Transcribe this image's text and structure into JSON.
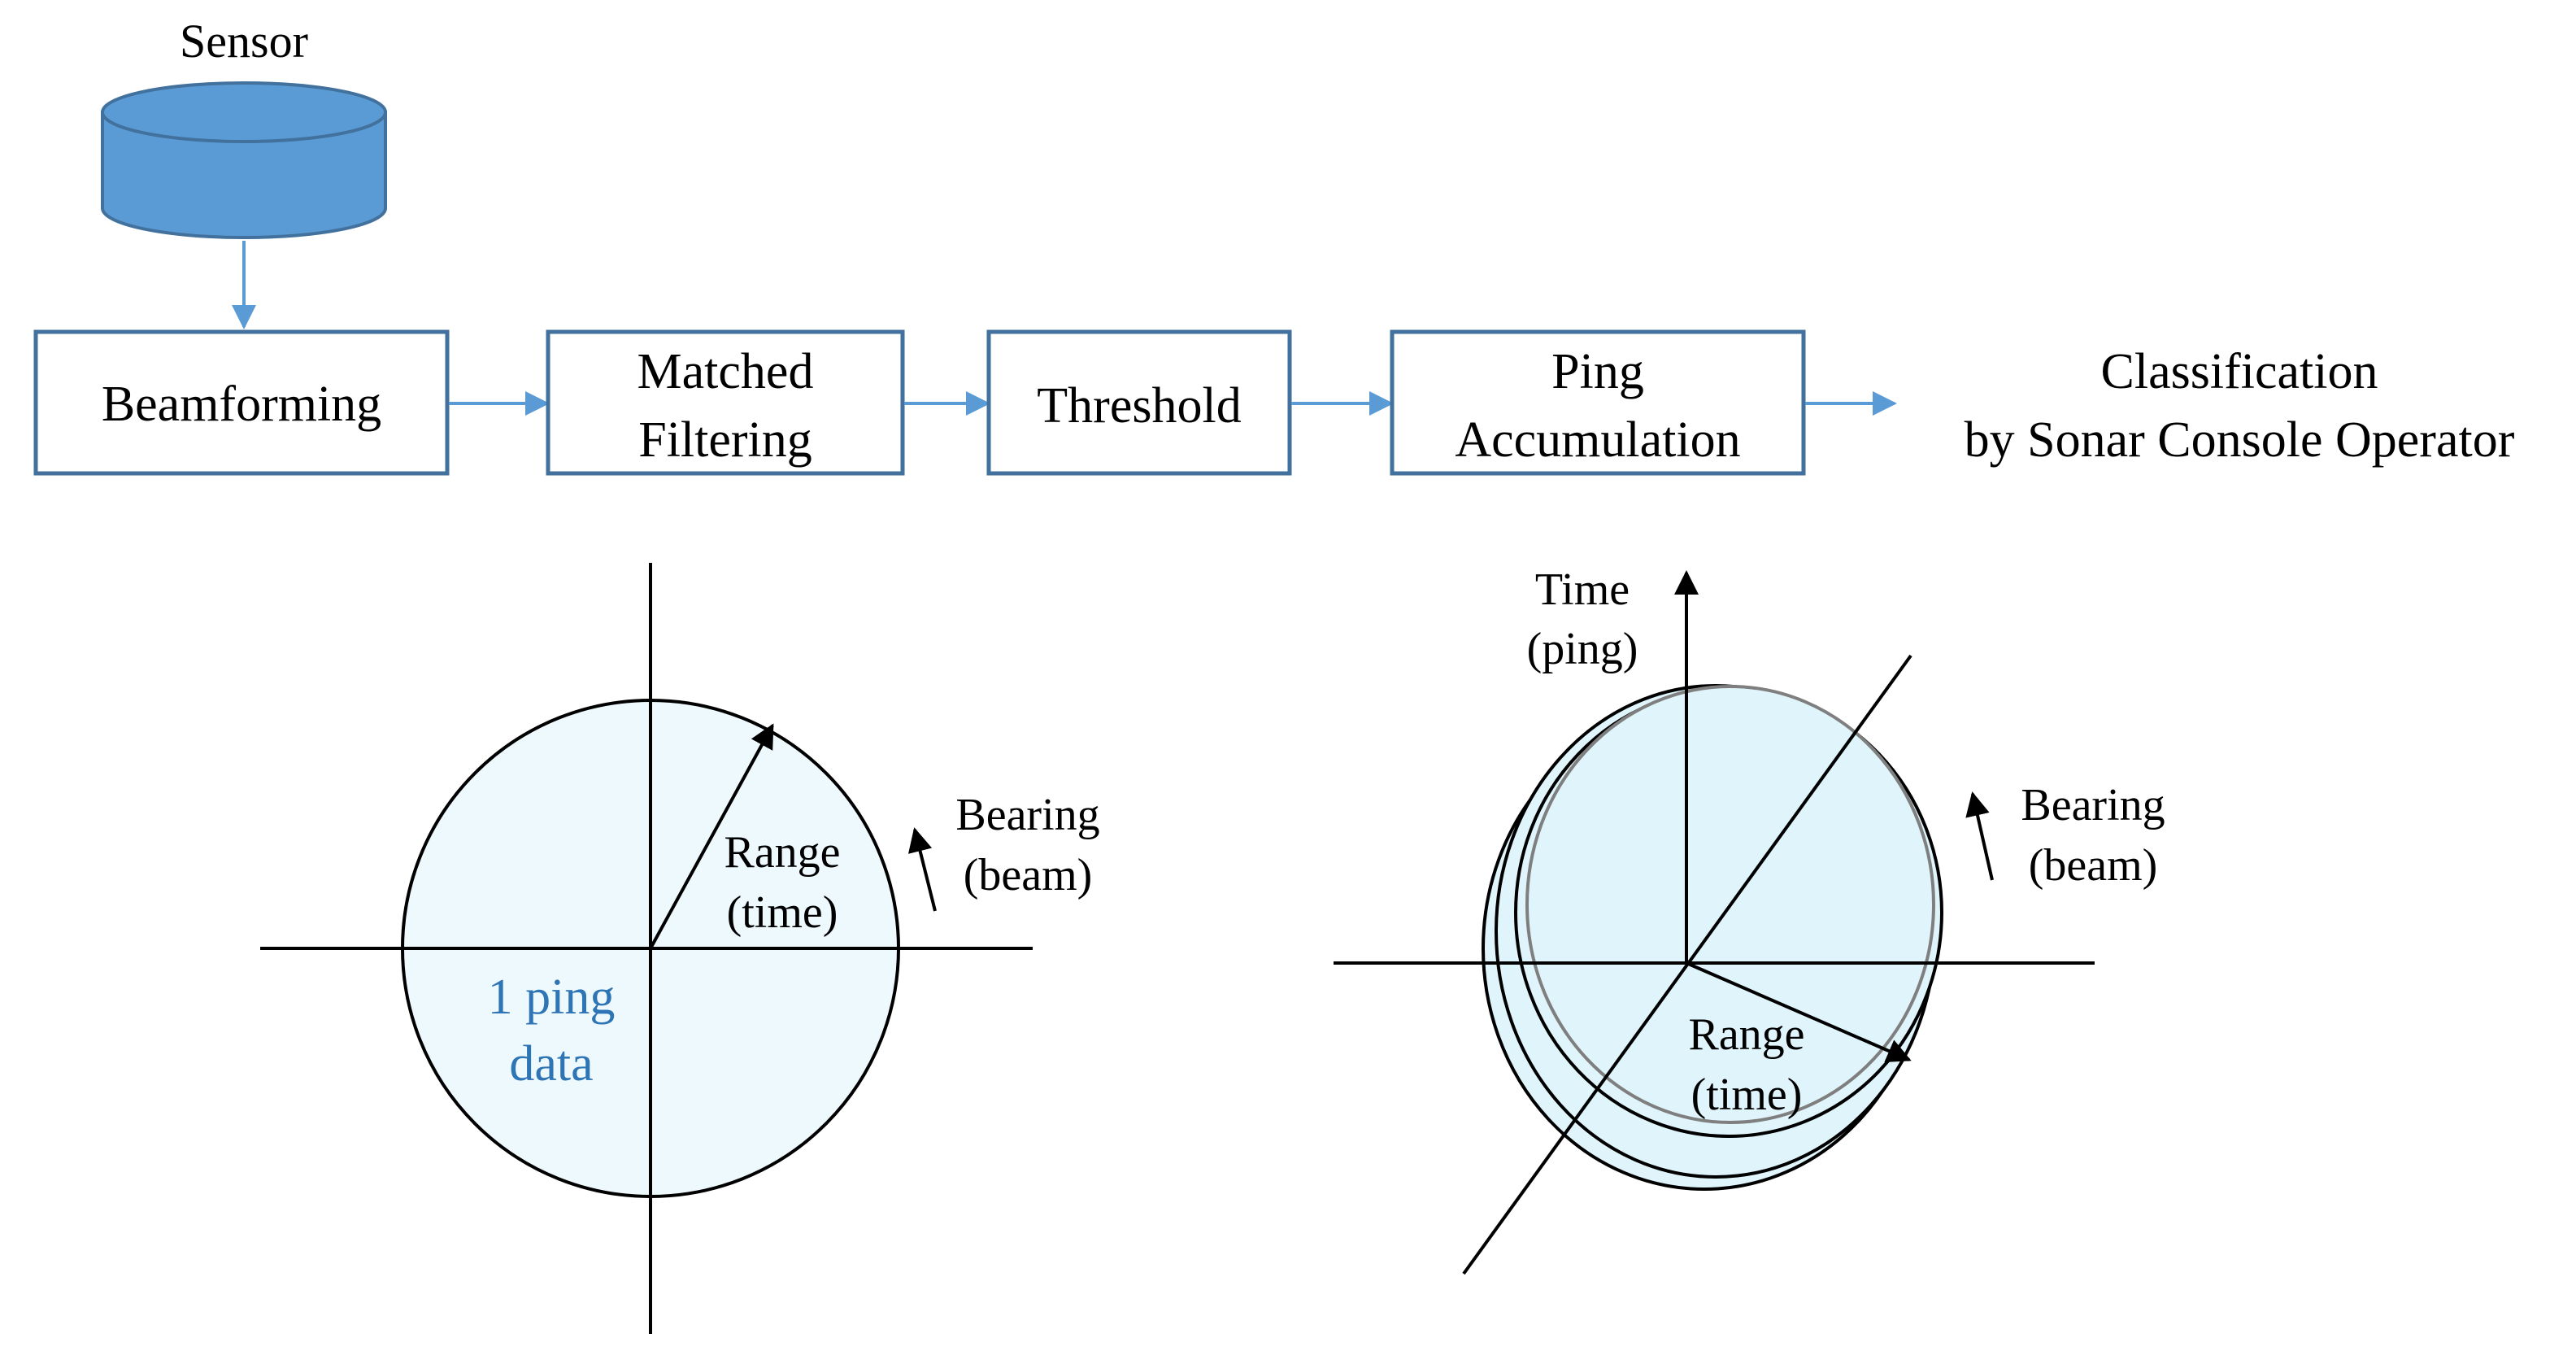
{
  "sensor": {
    "label": "Sensor"
  },
  "pipeline": {
    "steps": [
      {
        "id": "beamforming",
        "lines": [
          "Beamforming"
        ]
      },
      {
        "id": "matched-filtering",
        "lines": [
          "Matched",
          "Filtering"
        ]
      },
      {
        "id": "threshold",
        "lines": [
          "Threshold"
        ]
      },
      {
        "id": "ping-accumulation",
        "lines": [
          "Ping",
          "Accumulation"
        ]
      }
    ],
    "output": {
      "lines": [
        "Classification",
        "by Sonar Console Operator"
      ]
    }
  },
  "single_ping": {
    "range_label": [
      "Range",
      "(time)"
    ],
    "bearing_label": [
      "Bearing",
      "(beam)"
    ],
    "data_label": [
      "1 ping",
      "data"
    ]
  },
  "accumulated": {
    "time_label": [
      "Time",
      "(ping)"
    ],
    "bearing_label": [
      "Bearing",
      "(beam)"
    ],
    "range_label": [
      "Range",
      "(time)"
    ]
  },
  "colors": {
    "box_stroke": "#41719c",
    "cylinder_fill": "#5b9bd5",
    "cylinder_stroke": "#41719c",
    "connector": "#5b9bd5",
    "disc_fill_light": "#eef9fd",
    "disc_fill_accum": "#dff4fb",
    "data_text": "#2e75b6",
    "line": "#000000"
  }
}
